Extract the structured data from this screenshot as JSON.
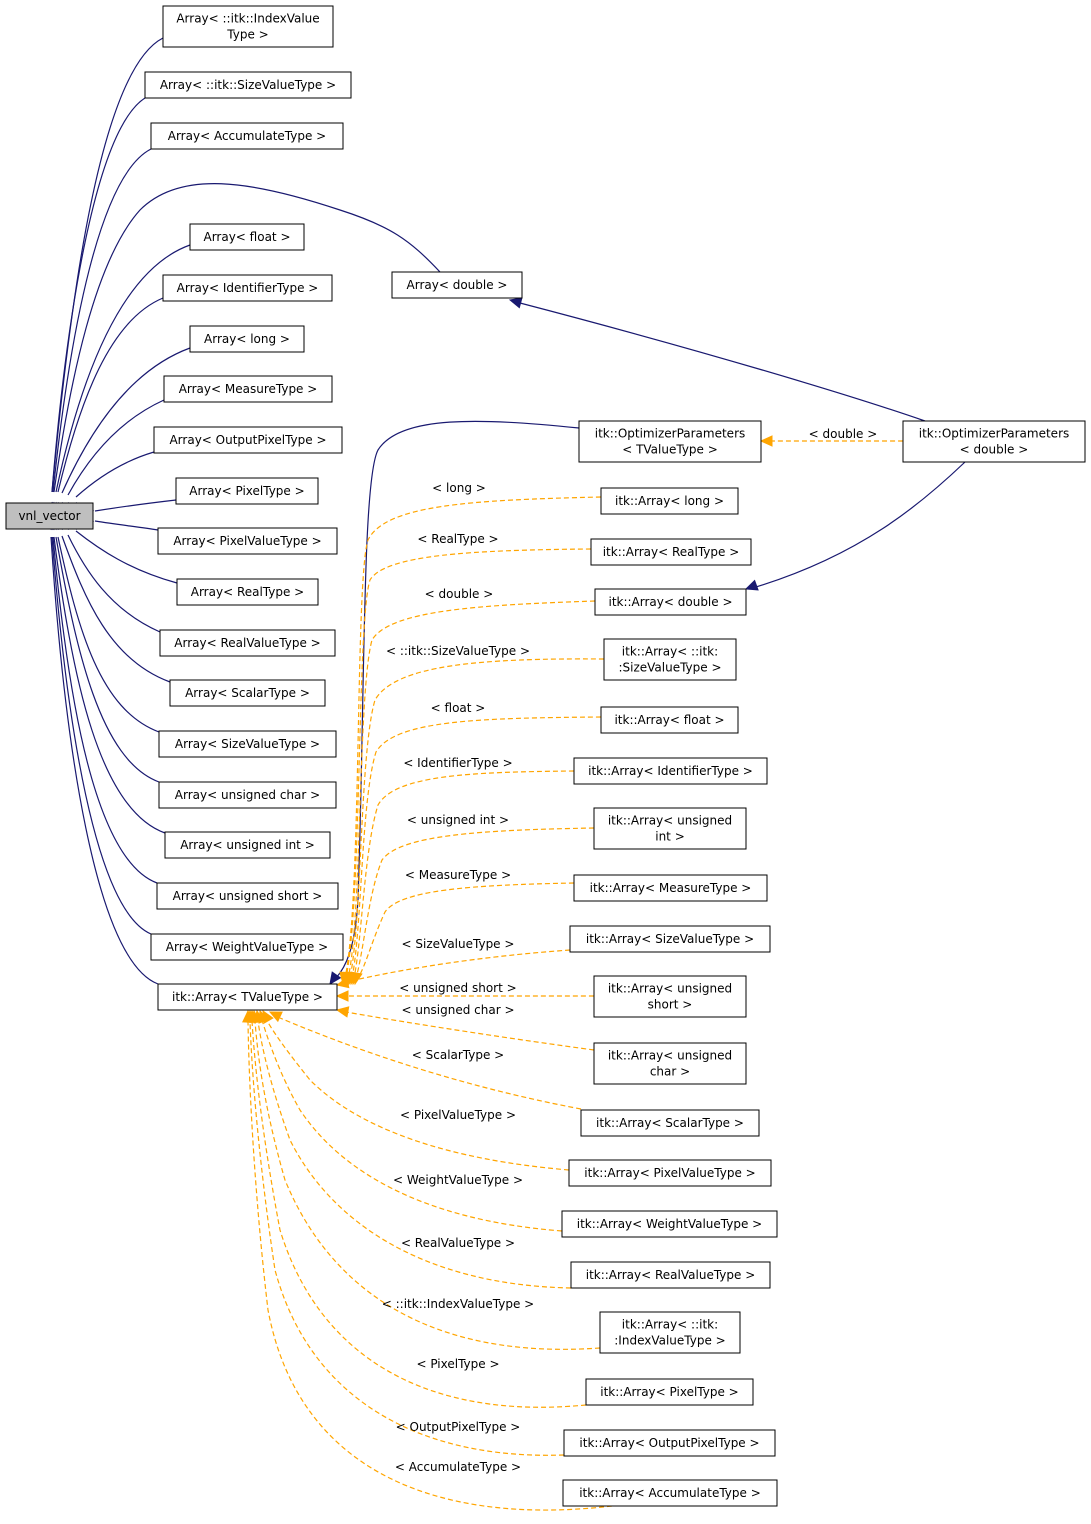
{
  "colors": {
    "inheritance_edge": "#191970",
    "template_edge": "#ffa500",
    "root_fill": "#bfbfbf",
    "node_fill": "#ffffff"
  },
  "nodes": [
    {
      "id": "vnl_vector",
      "lines": [
        "vnl_vector"
      ],
      "root": true
    },
    {
      "id": "array_indexvalue",
      "lines": [
        "Array< ::itk::IndexValue",
        "Type >"
      ]
    },
    {
      "id": "array_sizevalue_ns",
      "lines": [
        "Array< ::itk::SizeValueType >"
      ]
    },
    {
      "id": "array_accumulate",
      "lines": [
        "Array< AccumulateType >"
      ]
    },
    {
      "id": "array_float",
      "lines": [
        "Array< float >"
      ]
    },
    {
      "id": "array_identifier",
      "lines": [
        "Array< IdentifierType >"
      ]
    },
    {
      "id": "array_long",
      "lines": [
        "Array< long >"
      ]
    },
    {
      "id": "array_measure",
      "lines": [
        "Array< MeasureType >"
      ]
    },
    {
      "id": "array_outputpixel",
      "lines": [
        "Array< OutputPixelType >"
      ]
    },
    {
      "id": "array_pixel",
      "lines": [
        "Array< PixelType >"
      ]
    },
    {
      "id": "array_pixelvalue",
      "lines": [
        "Array< PixelValueType >"
      ]
    },
    {
      "id": "array_real",
      "lines": [
        "Array< RealType >"
      ]
    },
    {
      "id": "array_realvalue",
      "lines": [
        "Array< RealValueType >"
      ]
    },
    {
      "id": "array_scalar",
      "lines": [
        "Array< ScalarType >"
      ]
    },
    {
      "id": "array_sizevalue",
      "lines": [
        "Array< SizeValueType >"
      ]
    },
    {
      "id": "array_uchar",
      "lines": [
        "Array< unsigned char >"
      ]
    },
    {
      "id": "array_uint",
      "lines": [
        "Array< unsigned int >"
      ]
    },
    {
      "id": "array_ushort",
      "lines": [
        "Array< unsigned short >"
      ]
    },
    {
      "id": "array_weightvalue",
      "lines": [
        "Array< WeightValueType >"
      ]
    },
    {
      "id": "itk_array_tvalue",
      "lines": [
        "itk::Array< TValueType >"
      ]
    },
    {
      "id": "array_double",
      "lines": [
        "Array< double >"
      ]
    },
    {
      "id": "itk_optparams_tvalue",
      "lines": [
        "itk::OptimizerParameters",
        "< TValueType >"
      ]
    },
    {
      "id": "itk_optparams_double",
      "lines": [
        "itk::OptimizerParameters",
        "< double >"
      ]
    },
    {
      "id": "itk_array_long",
      "lines": [
        "itk::Array< long >"
      ]
    },
    {
      "id": "itk_array_real",
      "lines": [
        "itk::Array< RealType >"
      ]
    },
    {
      "id": "itk_array_double",
      "lines": [
        "itk::Array< double >"
      ]
    },
    {
      "id": "itk_array_sizevalue_ns",
      "lines": [
        "itk::Array< ::itk:",
        ":SizeValueType >"
      ]
    },
    {
      "id": "itk_array_float",
      "lines": [
        "itk::Array< float >"
      ]
    },
    {
      "id": "itk_array_identifier",
      "lines": [
        "itk::Array< IdentifierType >"
      ]
    },
    {
      "id": "itk_array_uint",
      "lines": [
        "itk::Array< unsigned",
        "int >"
      ]
    },
    {
      "id": "itk_array_measure",
      "lines": [
        "itk::Array< MeasureType >"
      ]
    },
    {
      "id": "itk_array_sizevalue",
      "lines": [
        "itk::Array< SizeValueType >"
      ]
    },
    {
      "id": "itk_array_ushort",
      "lines": [
        "itk::Array< unsigned",
        "short >"
      ]
    },
    {
      "id": "itk_array_uchar",
      "lines": [
        "itk::Array< unsigned",
        "char >"
      ]
    },
    {
      "id": "itk_array_scalar",
      "lines": [
        "itk::Array< ScalarType >"
      ]
    },
    {
      "id": "itk_array_pixelvalue",
      "lines": [
        "itk::Array< PixelValueType >"
      ]
    },
    {
      "id": "itk_array_weightvalue",
      "lines": [
        "itk::Array< WeightValueType >"
      ]
    },
    {
      "id": "itk_array_realvalue",
      "lines": [
        "itk::Array< RealValueType >"
      ]
    },
    {
      "id": "itk_array_indexvalue_ns",
      "lines": [
        "itk::Array< ::itk:",
        ":IndexValueType >"
      ]
    },
    {
      "id": "itk_array_pixel",
      "lines": [
        "itk::Array< PixelType >"
      ]
    },
    {
      "id": "itk_array_outputpixel",
      "lines": [
        "itk::Array< OutputPixelType >"
      ]
    },
    {
      "id": "itk_array_accumulate",
      "lines": [
        "itk::Array< AccumulateType >"
      ]
    }
  ],
  "edges": [
    {
      "from": "array_indexvalue",
      "to": "vnl_vector",
      "kind": "inherit"
    },
    {
      "from": "array_sizevalue_ns",
      "to": "vnl_vector",
      "kind": "inherit"
    },
    {
      "from": "array_accumulate",
      "to": "vnl_vector",
      "kind": "inherit"
    },
    {
      "from": "array_double",
      "to": "vnl_vector",
      "kind": "inherit"
    },
    {
      "from": "array_float",
      "to": "vnl_vector",
      "kind": "inherit"
    },
    {
      "from": "array_identifier",
      "to": "vnl_vector",
      "kind": "inherit"
    },
    {
      "from": "array_long",
      "to": "vnl_vector",
      "kind": "inherit"
    },
    {
      "from": "array_measure",
      "to": "vnl_vector",
      "kind": "inherit"
    },
    {
      "from": "array_outputpixel",
      "to": "vnl_vector",
      "kind": "inherit"
    },
    {
      "from": "array_pixel",
      "to": "vnl_vector",
      "kind": "inherit"
    },
    {
      "from": "array_pixelvalue",
      "to": "vnl_vector",
      "kind": "inherit"
    },
    {
      "from": "array_real",
      "to": "vnl_vector",
      "kind": "inherit"
    },
    {
      "from": "array_realvalue",
      "to": "vnl_vector",
      "kind": "inherit"
    },
    {
      "from": "array_scalar",
      "to": "vnl_vector",
      "kind": "inherit"
    },
    {
      "from": "array_sizevalue",
      "to": "vnl_vector",
      "kind": "inherit"
    },
    {
      "from": "array_uchar",
      "to": "vnl_vector",
      "kind": "inherit"
    },
    {
      "from": "array_uint",
      "to": "vnl_vector",
      "kind": "inherit"
    },
    {
      "from": "array_ushort",
      "to": "vnl_vector",
      "kind": "inherit"
    },
    {
      "from": "array_weightvalue",
      "to": "vnl_vector",
      "kind": "inherit"
    },
    {
      "from": "itk_array_tvalue",
      "to": "vnl_vector",
      "kind": "inherit"
    },
    {
      "from": "itk_optparams_double",
      "to": "array_double",
      "kind": "inherit"
    },
    {
      "from": "itk_optparams_tvalue",
      "to": "itk_array_tvalue",
      "kind": "inherit"
    },
    {
      "from": "itk_optparams_double",
      "to": "itk_array_double",
      "kind": "inherit"
    },
    {
      "from": "itk_optparams_double",
      "to": "itk_optparams_tvalue",
      "kind": "template",
      "label": "< double >"
    },
    {
      "from": "itk_array_long",
      "to": "itk_array_tvalue",
      "kind": "template",
      "label": "< long >"
    },
    {
      "from": "itk_array_real",
      "to": "itk_array_tvalue",
      "kind": "template",
      "label": "< RealType >"
    },
    {
      "from": "itk_array_double",
      "to": "itk_array_tvalue",
      "kind": "template",
      "label": "< double >"
    },
    {
      "from": "itk_array_sizevalue_ns",
      "to": "itk_array_tvalue",
      "kind": "template",
      "label": "< ::itk::SizeValueType >"
    },
    {
      "from": "itk_array_float",
      "to": "itk_array_tvalue",
      "kind": "template",
      "label": "< float >"
    },
    {
      "from": "itk_array_identifier",
      "to": "itk_array_tvalue",
      "kind": "template",
      "label": "< IdentifierType >"
    },
    {
      "from": "itk_array_uint",
      "to": "itk_array_tvalue",
      "kind": "template",
      "label": "< unsigned int >"
    },
    {
      "from": "itk_array_measure",
      "to": "itk_array_tvalue",
      "kind": "template",
      "label": "< MeasureType >"
    },
    {
      "from": "itk_array_sizevalue",
      "to": "itk_array_tvalue",
      "kind": "template",
      "label": "< SizeValueType >"
    },
    {
      "from": "itk_array_ushort",
      "to": "itk_array_tvalue",
      "kind": "template",
      "label": "< unsigned short >"
    },
    {
      "from": "itk_array_uchar",
      "to": "itk_array_tvalue",
      "kind": "template",
      "label": "< unsigned char >"
    },
    {
      "from": "itk_array_scalar",
      "to": "itk_array_tvalue",
      "kind": "template",
      "label": "< ScalarType >"
    },
    {
      "from": "itk_array_pixelvalue",
      "to": "itk_array_tvalue",
      "kind": "template",
      "label": "< PixelValueType >"
    },
    {
      "from": "itk_array_weightvalue",
      "to": "itk_array_tvalue",
      "kind": "template",
      "label": "< WeightValueType >"
    },
    {
      "from": "itk_array_realvalue",
      "to": "itk_array_tvalue",
      "kind": "template",
      "label": "< RealValueType >"
    },
    {
      "from": "itk_array_indexvalue_ns",
      "to": "itk_array_tvalue",
      "kind": "template",
      "label": "< ::itk::IndexValueType >"
    },
    {
      "from": "itk_array_pixel",
      "to": "itk_array_tvalue",
      "kind": "template",
      "label": "< PixelType >"
    },
    {
      "from": "itk_array_outputpixel",
      "to": "itk_array_tvalue",
      "kind": "template",
      "label": "< OutputPixelType >"
    },
    {
      "from": "itk_array_accumulate",
      "to": "itk_array_tvalue",
      "kind": "template",
      "label": "< AccumulateType >"
    }
  ]
}
